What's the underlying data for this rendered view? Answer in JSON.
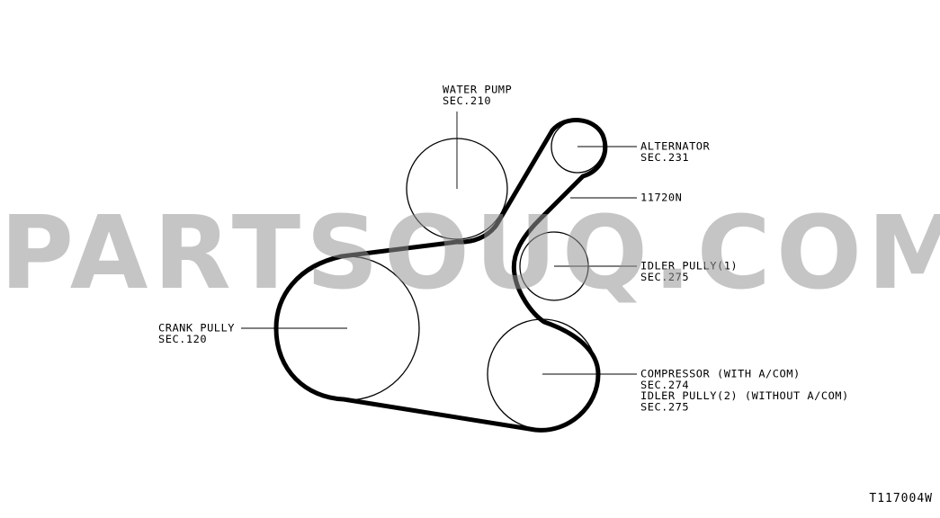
{
  "diagram": {
    "figure_code": "T117004W",
    "watermark": "PARTSOUQ.COM",
    "belt_label": "11720N",
    "components": [
      {
        "id": "water_pump",
        "name": "WATER PUMP",
        "section": "SEC.210"
      },
      {
        "id": "alternator",
        "name": "ALTERNATOR",
        "section": "SEC.231"
      },
      {
        "id": "idler_pully_1",
        "name": "IDLER PULLY(1)",
        "section": "SEC.275"
      },
      {
        "id": "crank_pully",
        "name": "CRANK PULLY",
        "section": "SEC.120"
      },
      {
        "id": "compressor",
        "name": "COMPRESSOR (WITH A/COM)",
        "section": "SEC.274"
      },
      {
        "id": "idler_pully_2",
        "name": "IDLER PULLY(2) (WITHOUT A/COM)",
        "section": "SEC.275"
      }
    ]
  }
}
